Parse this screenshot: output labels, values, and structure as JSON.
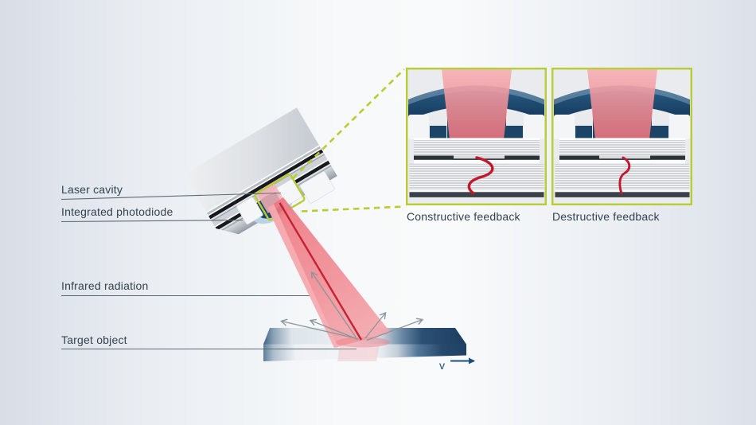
{
  "diagram": {
    "labels": {
      "laser_cavity": "Laser cavity",
      "integrated_photodiode": "Integrated photodiode",
      "infrared_radiation": "Infrared radiation",
      "target_object": "Target object"
    },
    "insets": {
      "constructive_caption": "Constructive feedback",
      "destructive_caption": "Destructive feedback"
    },
    "velocity_label": "v",
    "colors": {
      "accent_green": "#b9cc33",
      "beam_red": "#ee7d85",
      "wave_red": "#c2182b",
      "navy": "#1d4769",
      "target_navy": "#1b3e61",
      "label_text": "#33424f"
    }
  }
}
